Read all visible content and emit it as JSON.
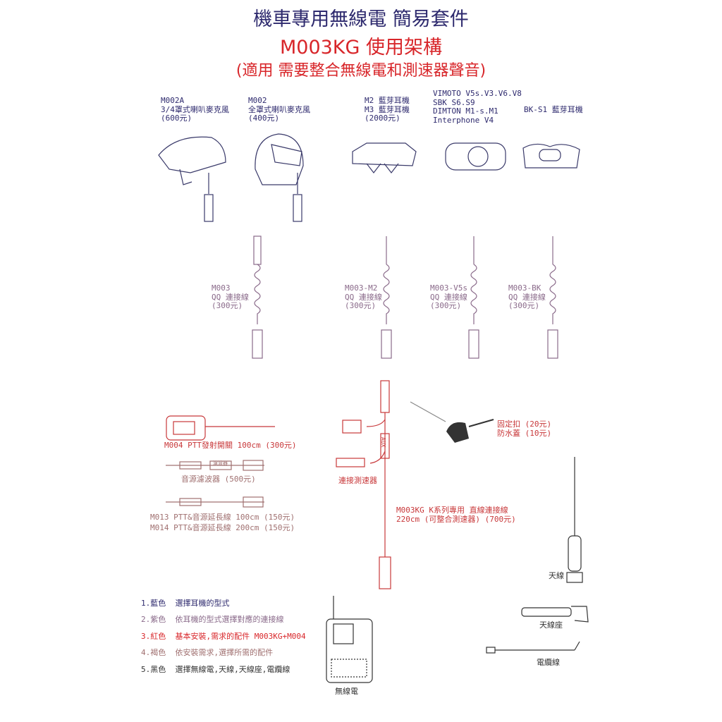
{
  "title": {
    "line1": "機車專用無線電 簡易套件",
    "line2": "M003KG 使用架構",
    "line3": "(適用 需要整合無線電和測速器聲音)"
  },
  "headsets": [
    {
      "label": "M002A\n3/4罩式喇叭麥克風\n(600元)"
    },
    {
      "label": "M002\n全罩式喇叭麥克風\n(400元)"
    },
    {
      "label": "M2 藍芽耳機\nM3 藍芽耳機\n(2000元)"
    },
    {
      "label": "VIMOTO V5s.V3.V6.V8\nSBK S6.S9\nDIMTON M1-s.M1\nInterphone V4"
    },
    {
      "label": "BK-S1 藍芽耳機"
    }
  ],
  "cables": [
    {
      "label": "M003\nQQ 連接線\n(300元)"
    },
    {
      "label": "M003-M2\nQQ 連接線\n(300元)"
    },
    {
      "label": "M003-V5s\nQQ 連接線\n(300元)"
    },
    {
      "label": "M003-BK\nQQ 連接線\n(300元)"
    }
  ],
  "accessories": {
    "ptt": "M004 PTT發射開關 100cm (300元)",
    "filter_tag": "濾波器",
    "filter": "音源濾波器 (500元)",
    "ext1": "M013 PTT&音源延長線 100cm (150元)",
    "ext2": "M014 PTT&音源延長線 200cm (150元)",
    "speedometer": "連接測速器",
    "aux": "AUX",
    "main_cable": "M003KG K系列專用 直線連接線\n220cm (可整合測速器) (700元)",
    "clip": "固定扣 (20元)\n防水蓋 (10元)"
  },
  "radio_parts": {
    "antenna": "天線",
    "mount": "天線座",
    "power": "電纜線",
    "radio": "無線電"
  },
  "legend": [
    "1.藍色  選擇耳機的型式",
    "2.紫色  依耳機的型式選擇對應的連接線",
    "3.紅色  基本安裝,需求的配件 M003KG+M004",
    "4.褐色  依安裝需求,選擇所需的配件",
    "5.黑色  選擇無線電,天線,天線座,電纜線"
  ],
  "colors": {
    "blue": "#2e2a6e",
    "red": "#d8262a",
    "purple": "#8a6a8a",
    "brown": "#a07070",
    "black": "#333333"
  }
}
